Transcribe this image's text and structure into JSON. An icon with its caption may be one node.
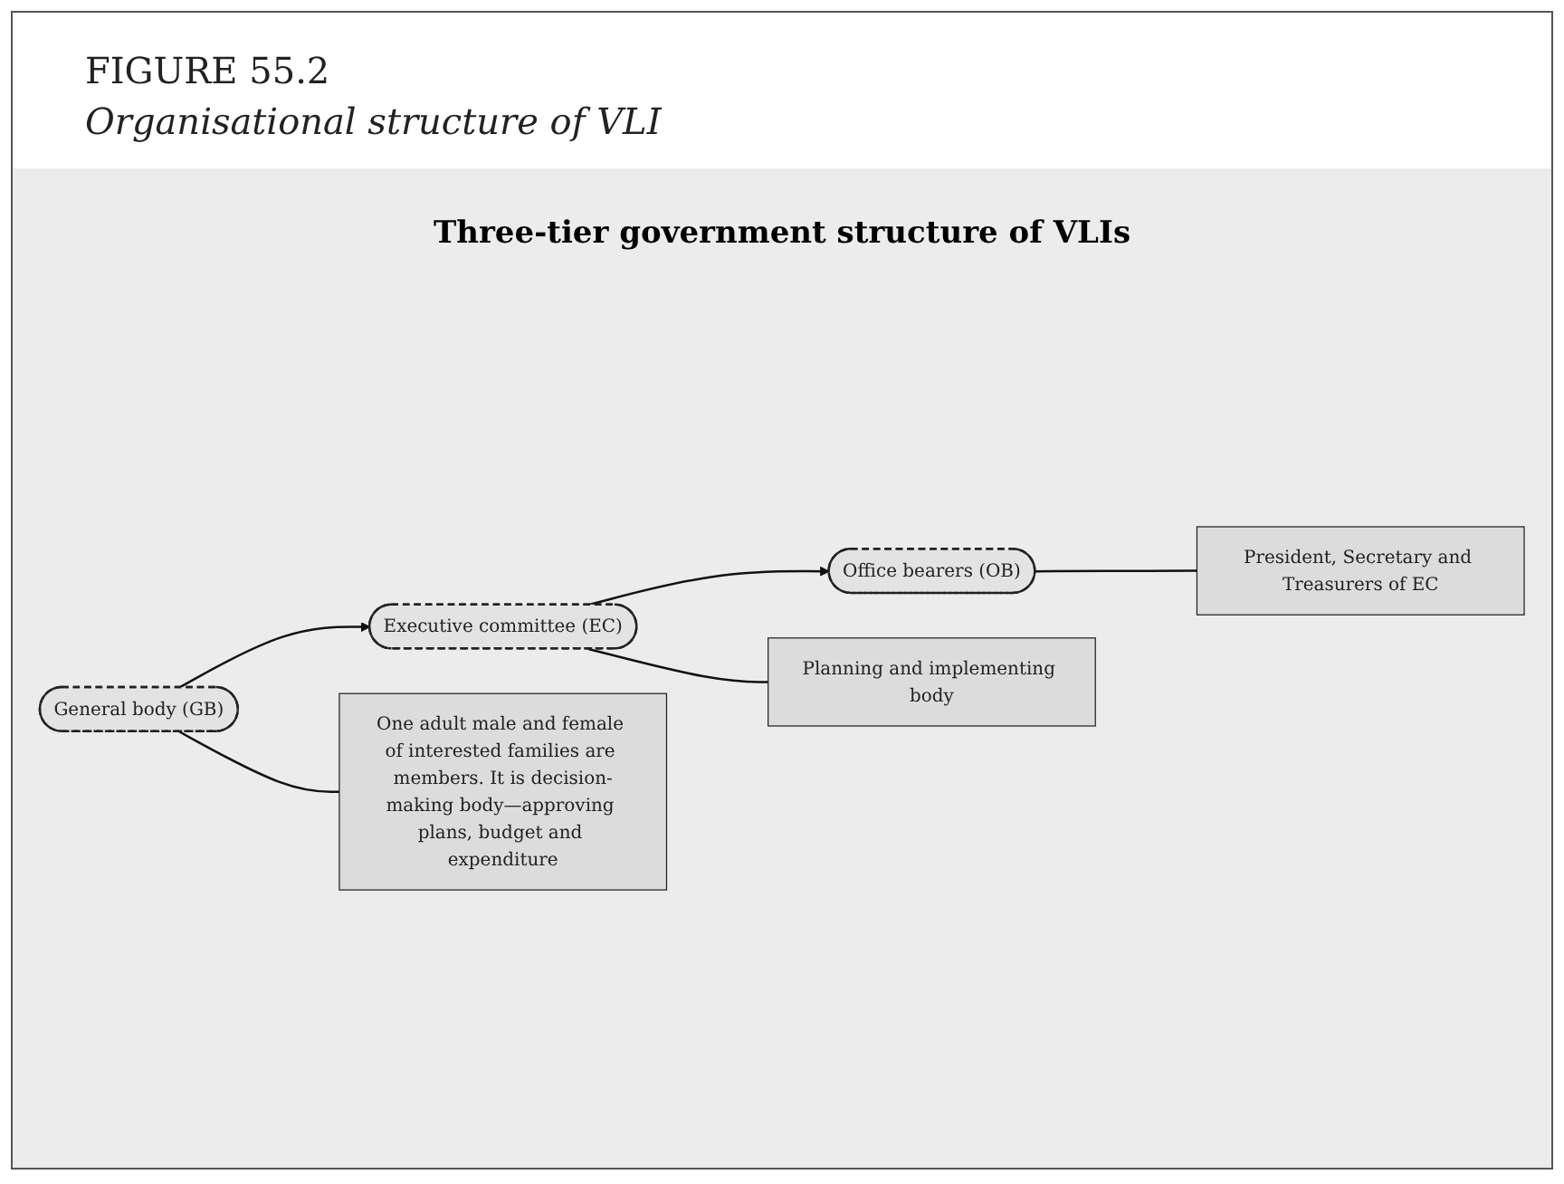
{
  "diagram": {
    "title": "FIGURE 55.2",
    "caption": "Organisational structure of VLI",
    "nodes": [
      {
        "text": [
          "Office bearers (OB)"
        ]
      },
      {
        "text": [
          "President, Secretary and Treasurers of EC"
        ]
      },
      {
        "text": [
          "Executive committee (EC)"
        ]
      },
      {
        "text": [
          "Planning and implementing body"
        ]
      },
      {
        "text": [
          "General body (GB)"
        ]
      },
      {
        "text": [
          "One adult male and female of interested families are members. It is decision-making body—approving plans, budget and expenditure"
        ]
      }
    ],
    "edges": [
      {
        "from": 2,
        "to": 0,
        "arrow": "to"
      },
      {
        "from": 0,
        "to": 1,
        "arrow": "none"
      },
      {
        "from": 2,
        "to": 3,
        "arrow": "none"
      },
      {
        "from": 4,
        "to": 2,
        "arrow": "to"
      },
      {
        "from": 4,
        "to": 5,
        "arrow": "none"
      }
    ],
    "labels": [
      "Three-tier government structure of VLIs"
    ]
  }
}
